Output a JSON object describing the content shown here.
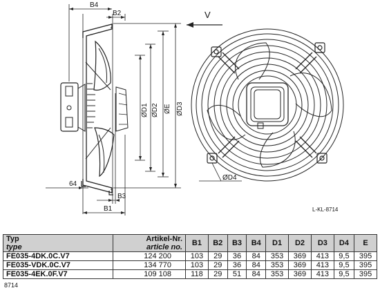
{
  "drawing": {
    "code": "L-KL-8714",
    "view_label": "V",
    "dim_labels": {
      "b4": "B4",
      "b2": "B2",
      "b3": "B3",
      "b1": "B1",
      "d1": "ØD1",
      "d2": "ØD2",
      "e": "ØE",
      "d3": "ØD3",
      "d4": "ØD4",
      "x64": "64"
    }
  },
  "table": {
    "headers": [
      {
        "main": "Typ",
        "sub": "type"
      },
      {
        "main": "Artikel-Nr.",
        "sub": "article no."
      },
      {
        "main": "B1"
      },
      {
        "main": "B2"
      },
      {
        "main": "B3"
      },
      {
        "main": "B4"
      },
      {
        "main": "D1"
      },
      {
        "main": "D2"
      },
      {
        "main": "D3"
      },
      {
        "main": "D4"
      },
      {
        "main": "E"
      }
    ],
    "rows": [
      [
        "FE035-4DK.0C.V7",
        "124 200",
        "103",
        "29",
        "36",
        "84",
        "353",
        "369",
        "413",
        "9,5",
        "395"
      ],
      [
        "FE035-VDK.0C.V7",
        "134 770",
        "103",
        "29",
        "36",
        "84",
        "353",
        "369",
        "413",
        "9,5",
        "395"
      ],
      [
        "FE035-4EK.0F.V7",
        "109 108",
        "118",
        "29",
        "51",
        "84",
        "353",
        "369",
        "413",
        "9,5",
        "395"
      ]
    ]
  },
  "footer": "8714"
}
